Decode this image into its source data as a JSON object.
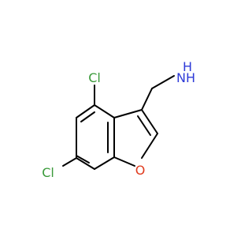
{
  "molecule": {
    "atoms": {
      "cl_top": {
        "text": "Cl",
        "color": "#3a9a3a"
      },
      "cl_left": {
        "text": "Cl",
        "color": "#3a9a3a"
      },
      "o": {
        "text": "O",
        "color": "#e03b1e"
      },
      "n": {
        "text": "N",
        "color": "#2e3ad8"
      },
      "h2": {
        "text": "H",
        "color": "#2e3ad8"
      }
    },
    "bond_color": "#000000",
    "background": "#ffffff"
  }
}
